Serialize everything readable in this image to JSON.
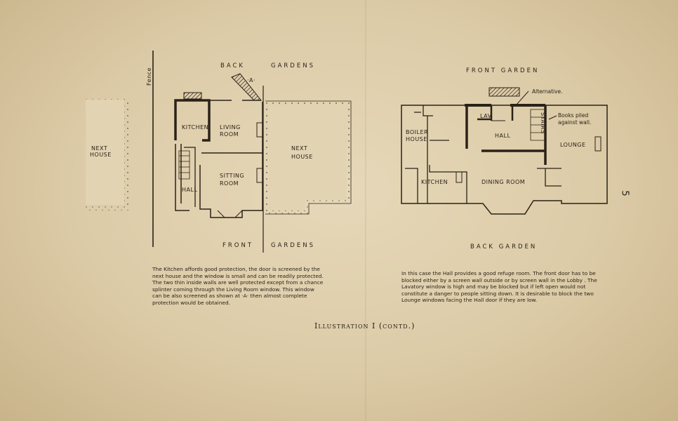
{
  "left_plan": {
    "top_label_1": "BACK",
    "top_label_2": "GARDENS",
    "bottom_label_1": "FRONT",
    "bottom_label_2": "GARDENS",
    "fence": "Fence",
    "marker_a": "·A·",
    "next_house_left": [
      "NEXT",
      "HOUSE"
    ],
    "next_house_right": [
      "NEXT",
      "HOUSE"
    ],
    "kitchen": "KITCHEN",
    "living_room": [
      "LIVING",
      "ROOM"
    ],
    "sitting_room": [
      "SITTING",
      "ROOM"
    ],
    "hall": "HALL"
  },
  "right_plan": {
    "top_label": "FRONT   GARDEN",
    "bottom_label": "BACK   GARDEN",
    "alternative": "Alternative.",
    "books": [
      "Books piled",
      "against wall."
    ],
    "lav": "LAV.",
    "stairs": "STAIRS",
    "boiler_house": [
      "BOILER",
      "HOUSE"
    ],
    "hall": "HALL",
    "lounge": "LOUNGE",
    "kitchen": "KITCHEN",
    "dining_room": "DINING ROOM"
  },
  "captions": {
    "left": "The Kitchen affords good protection, the door is screened by the next house and the window is small and can be readily protected. The two thin inside walls are well protected except from a chance splinter coming through the Living Room window. This window can be also screened as shown at ·A· then almost complete protection would be obtained.",
    "right": "In this case the Hall provides a good refuge room. The front door has to be blocked either by a screen wall outside or by screen wall in the Lobby . The Lavatory window is high and may be blocked but if left open would not constitute a danger to people sitting down. It is desirable to block the two Lounge windows facing the Hall door if they are low."
  },
  "illustration_title": "Illustration I (contd.)",
  "page_number": "5"
}
